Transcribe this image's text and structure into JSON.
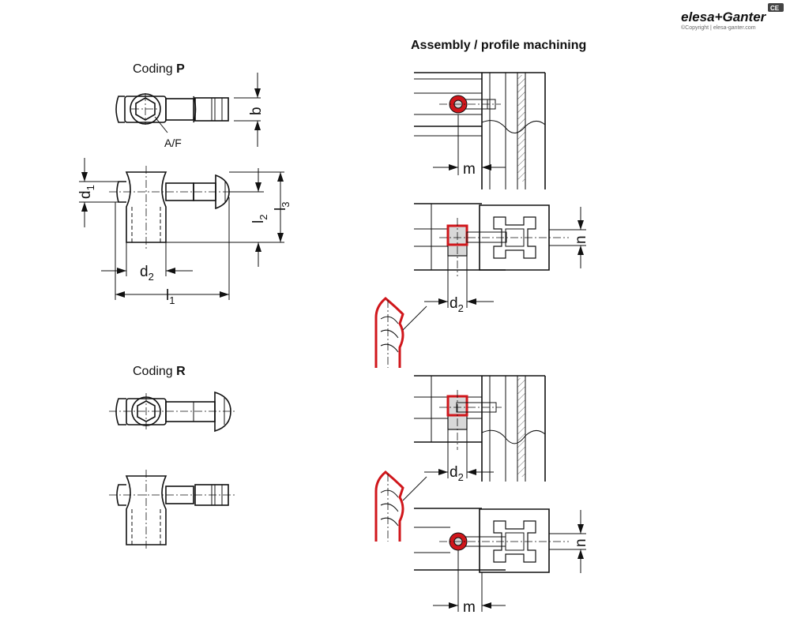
{
  "brand": {
    "logo_text": "elesa+Ganter",
    "copyright": "©Copyright | elesa-ganter.com",
    "badge": "CE",
    "accent_red": "#d0161b"
  },
  "coding_p": {
    "label": "Coding",
    "code": "P",
    "dims": {
      "b": "b",
      "af": "A/F",
      "d1": "d",
      "d1_sub": "1",
      "d2": "d",
      "d2_sub": "2",
      "l1": "l",
      "l1_sub": "1",
      "l2": "l",
      "l2_sub": "2",
      "l3": "l",
      "l3_sub": "3"
    }
  },
  "coding_r": {
    "label": "Coding",
    "code": "R"
  },
  "assembly": {
    "title": "Assembly / profile machining",
    "dims": {
      "m_top": "m",
      "n_top": "n",
      "d2_a": "d",
      "d2_a_sub": "2",
      "d2_b": "d",
      "d2_b_sub": "2",
      "m_bottom": "m",
      "n_bottom": "n"
    }
  }
}
